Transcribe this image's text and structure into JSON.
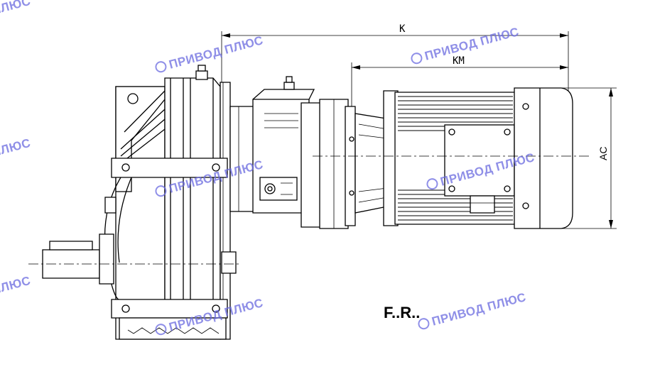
{
  "dimensions": {
    "k_label": "K",
    "km_label": "KM",
    "ac_label": "AC"
  },
  "series_label": "F..R..",
  "watermark": {
    "text": "ПРИВОД ПЛЮС",
    "partial_text": "ПЛЮС",
    "color": "#6a6ae0"
  },
  "colors": {
    "line": "#000000",
    "background": "#ffffff"
  }
}
